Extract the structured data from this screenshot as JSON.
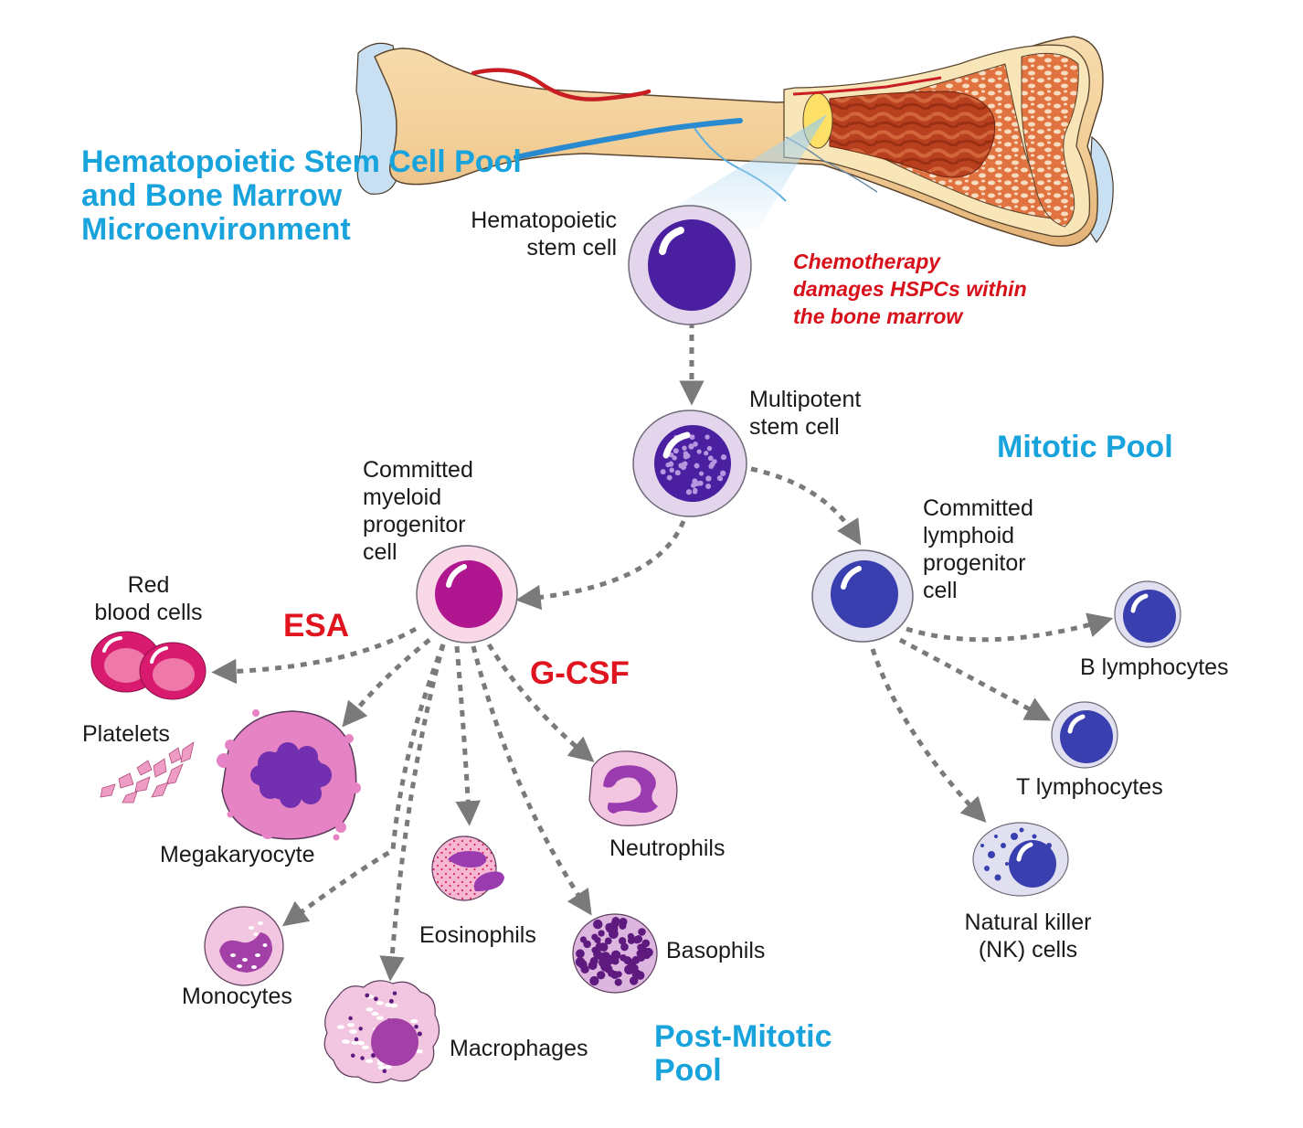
{
  "title": "Hematopoietic Stem Cell Pool\nand Bone Marrow\nMicroenvironment",
  "title_lines": [
    "Hematopoietic",
    "Stem Cell Pool",
    "and Bone Marrow",
    "Microenvironment"
  ],
  "annotation": "Chemotherapy\ndamages HSPCs within\nthe bone marrow",
  "pools": {
    "mitotic": "Mitotic Pool",
    "post_mitotic": "Post-Mitotic\nPool"
  },
  "growth_factors": {
    "esa": "ESA",
    "gcsf": "G-CSF"
  },
  "cells": {
    "hsc": "Hematopoietic\nstem cell",
    "multipotent": "Multipotent\nstem cell",
    "myeloid_progenitor": "Committed\nmyeloid\nprogenitor\ncell",
    "lymphoid_progenitor": "Committed\nlymphoid\nprogenitor\ncell",
    "rbc": "Red\nblood cells",
    "platelets": "Platelets",
    "megakaryocyte": "Megakaryocyte",
    "neutrophils": "Neutrophils",
    "eosinophils": "Eosinophils",
    "basophils": "Basophils",
    "monocytes": "Monocytes",
    "macrophages": "Macrophages",
    "b_lymphocytes": "B lymphocytes",
    "t_lymphocytes": "T lymphocytes",
    "nk_cells": "Natural killer\n(NK) cells"
  },
  "lineage": [
    {
      "from": "hsc",
      "to": "multipotent"
    },
    {
      "from": "multipotent",
      "to": "myeloid_progenitor"
    },
    {
      "from": "multipotent",
      "to": "lymphoid_progenitor"
    },
    {
      "from": "myeloid_progenitor",
      "to": "rbc"
    },
    {
      "from": "myeloid_progenitor",
      "to": "megakaryocyte"
    },
    {
      "from": "myeloid_progenitor",
      "to": "monocytes"
    },
    {
      "from": "myeloid_progenitor",
      "to": "macrophages"
    },
    {
      "from": "myeloid_progenitor",
      "to": "eosinophils"
    },
    {
      "from": "myeloid_progenitor",
      "to": "basophils"
    },
    {
      "from": "myeloid_progenitor",
      "to": "neutrophils"
    },
    {
      "from": "lymphoid_progenitor",
      "to": "b_lymphocytes"
    },
    {
      "from": "lymphoid_progenitor",
      "to": "t_lymphocytes"
    },
    {
      "from": "lymphoid_progenitor",
      "to": "nk_cells"
    }
  ],
  "colors": {
    "pool_label": "#19a3dd",
    "factor_label": "#e0141e",
    "arrow": "#7a7a7a",
    "hsc_nucleus": "#4a1fa0",
    "myeloid_nucleus": "#b0168f",
    "lymphoid_nucleus": "#3a3fb0",
    "rbc": "#d81b6e"
  }
}
